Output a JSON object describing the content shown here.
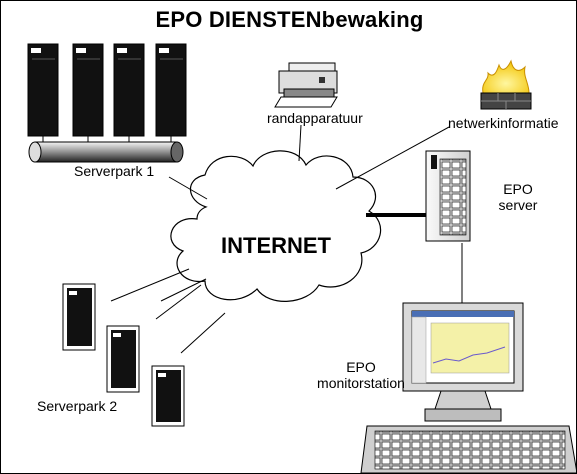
{
  "title": "EPO DIENSTENbewaking",
  "labels": {
    "serverpark1": "Serverpark 1",
    "serverpark2": "Serverpark 2",
    "internet": "INTERNET",
    "peripherals": "randapparatuur",
    "network_info": "netwerkinformatie",
    "epo_server_line1": "EPO",
    "epo_server_line2": "server",
    "monitor_line1": "EPO",
    "monitor_line2": "monitorstation"
  },
  "icons": {
    "server": "server-tower-icon",
    "printer": "printer-icon",
    "firewall": "firewall-icon",
    "cloud": "internet-cloud-icon",
    "workstation": "monitor-workstation-icon",
    "keyboard": "keyboard-icon"
  },
  "colors": {
    "outline": "#000000",
    "background": "#ffffff",
    "flame": "#f2c200",
    "screen_chart": "#f4f1a8"
  }
}
